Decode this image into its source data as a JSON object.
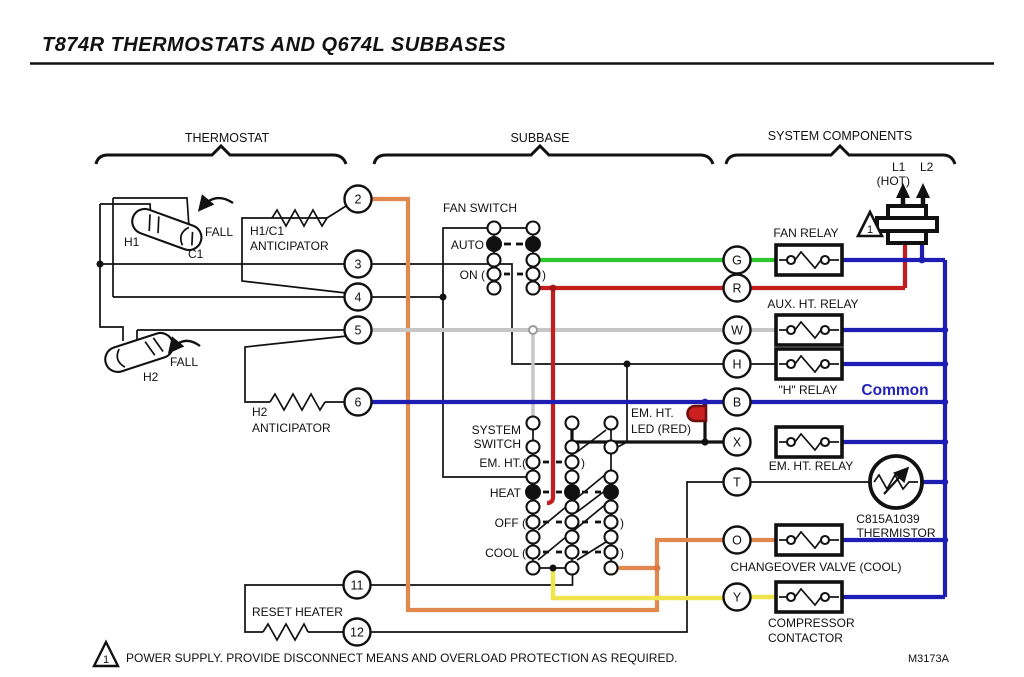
{
  "title": "T874R THERMOSTATS AND Q674L SUBBASES",
  "sections": {
    "thermostat": "THERMOSTAT",
    "subbase": "SUBBASE",
    "system_components": "SYSTEM COMPONENTS"
  },
  "thermostat": {
    "terminals": [
      "2",
      "3",
      "4",
      "5",
      "6",
      "11",
      "12"
    ],
    "h1": "H1",
    "c1": "C1",
    "h2": "H2",
    "fall": "FALL",
    "anticipator1_line1": "H1/C1",
    "anticipator1_line2": "ANTICIPATOR",
    "anticipator2_line1": "H2",
    "anticipator2_line2": "ANTICIPATOR",
    "reset_heater": "RESET HEATER"
  },
  "subbase": {
    "fan_switch_label": "FAN SWITCH",
    "auto": "AUTO",
    "on": "ON (",
    "paren_close": ")",
    "system_label1": "SYSTEM",
    "system_label2": "SWITCH",
    "em_ht": "EM. HT.(",
    "heat": "HEAT",
    "off": "OFF (",
    "cool": "COOL (",
    "led_line1": "EM. HT.",
    "led_line2": "LED (RED)"
  },
  "system_components": {
    "terminals": [
      "G",
      "R",
      "W",
      "H",
      "B",
      "X",
      "T",
      "O",
      "Y"
    ],
    "fan_relay": "FAN RELAY",
    "aux_ht_relay": "AUX. HT. RELAY",
    "h_relay": "\"H\" RELAY",
    "common": "Common",
    "em_ht_relay": "EM. HT. RELAY",
    "thermistor_line1": "C815A1039",
    "thermistor_line2": "THERMISTOR",
    "changeover": "CHANGEOVER VALVE (COOL)",
    "compressor_line1": "COMPRESSOR",
    "compressor_line2": "CONTACTOR",
    "l1": "L1",
    "hot": "(HOT)",
    "l2": "L2",
    "warning_number": "1"
  },
  "footer": {
    "warning_number": "1",
    "note": "POWER SUPPLY. PROVIDE DISCONNECT MEANS AND OVERLOAD PROTECTION AS REQUIRED.",
    "doc_id": "M3173A"
  },
  "colors": {
    "wire_orange": "#E0884E",
    "wire_green": "#2EC82E",
    "wire_red": "#C41D1D",
    "wire_blue": "#1E1EB4",
    "wire_gray": "#C6C6C6",
    "wire_yellow": "#EFE44C",
    "led_red": "#CC2020",
    "common_blue": "#2222BB"
  }
}
